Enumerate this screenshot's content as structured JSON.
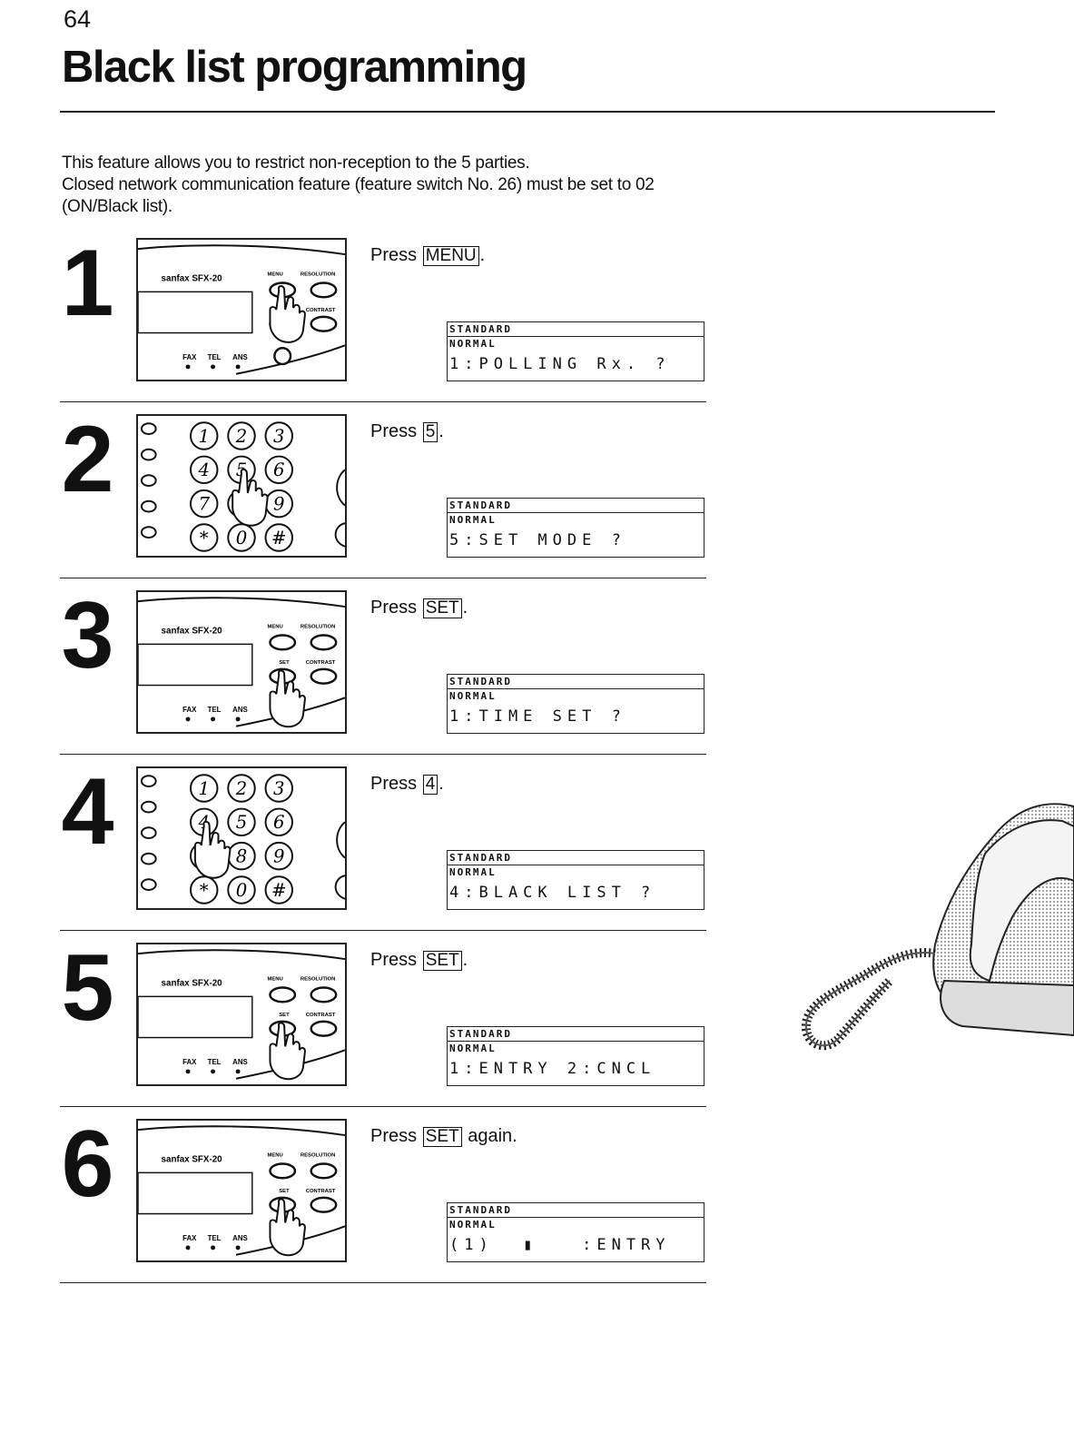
{
  "page": {
    "number": "64",
    "title": "Black list programming",
    "intro": [
      "This feature allows you to restrict non-reception to the 5 parties.",
      "Closed network communication feature (feature switch No. 26) must be set to 02 (ON/Black list)."
    ]
  },
  "steps": [
    {
      "number": "1",
      "illustration": "fax-control-panel-menu-key",
      "instruction": {
        "prefix": "Press",
        "key": "MENU",
        "suffix": "."
      },
      "lcd": {
        "top": "STANDARD",
        "mid": "NORMAL",
        "main": "1:POLLING Rx. ?"
      }
    },
    {
      "number": "2",
      "illustration": "fax-keypad-key-5",
      "instruction": {
        "prefix": "Press",
        "key": "5",
        "suffix": "."
      },
      "lcd": {
        "top": "STANDARD",
        "mid": "NORMAL",
        "main": "5:SET MODE ?"
      }
    },
    {
      "number": "3",
      "illustration": "fax-control-panel-set-key",
      "instruction": {
        "prefix": "Press",
        "key": "SET",
        "suffix": "."
      },
      "lcd": {
        "top": "STANDARD",
        "mid": "NORMAL",
        "main": "1:TIME SET ?"
      }
    },
    {
      "number": "4",
      "illustration": "fax-keypad-key-4",
      "instruction": {
        "prefix": "Press",
        "key": "4",
        "suffix": "."
      },
      "lcd": {
        "top": "STANDARD",
        "mid": "NORMAL",
        "main": "4:BLACK LIST ?"
      }
    },
    {
      "number": "5",
      "illustration": "fax-control-panel-set-key",
      "instruction": {
        "prefix": "Press",
        "key": "SET",
        "suffix": "."
      },
      "lcd": {
        "top": "STANDARD",
        "mid": "NORMAL",
        "main": "1:ENTRY 2:CNCL"
      }
    },
    {
      "number": "6",
      "illustration": "fax-control-panel-set-key",
      "instruction": {
        "prefix": "Press",
        "key": "SET",
        "suffix": " again."
      },
      "lcd": {
        "top": "STANDARD",
        "mid": "NORMAL",
        "main": "(1)  ▮   :ENTRY"
      }
    }
  ],
  "panel_labels": {
    "brand": "sanfax SFX-20",
    "menu": "MENU",
    "resolution": "RESOLUTION",
    "set": "SET",
    "contrast": "CONTRAST",
    "fax": "FAX",
    "tel": "TEL",
    "ans": "ANS"
  },
  "keypad": [
    "1",
    "2",
    "3",
    "4",
    "5",
    "6",
    "7",
    "8",
    "9",
    "*",
    "0",
    "#"
  ],
  "side_illustration": "fax-handset"
}
